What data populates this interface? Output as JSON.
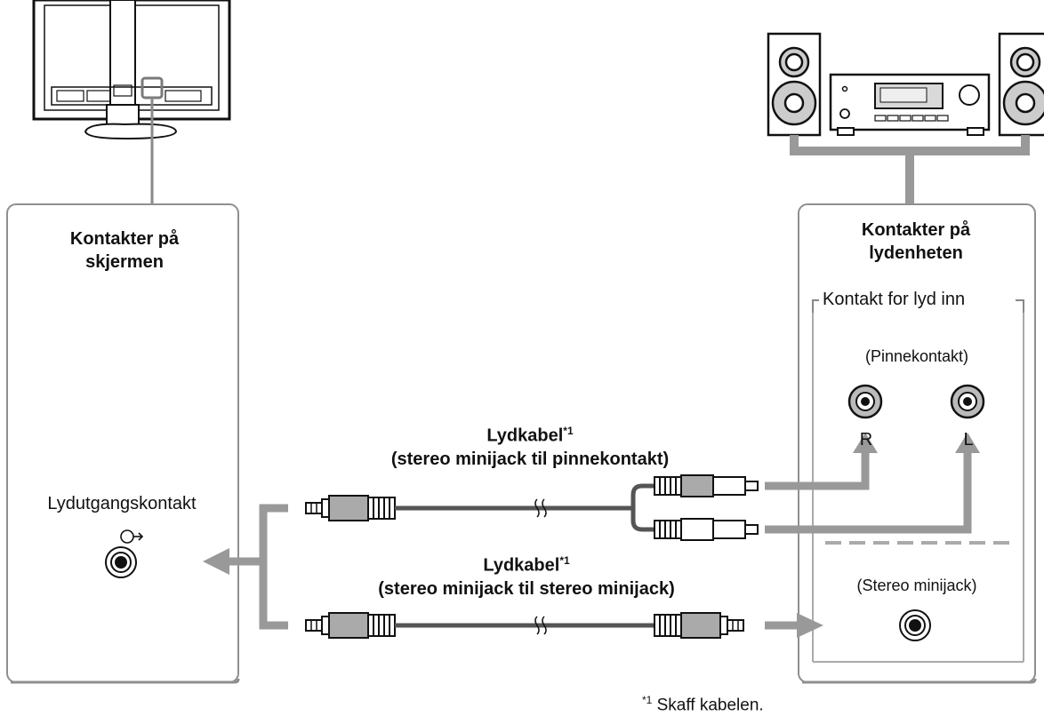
{
  "monitor_box": {
    "title_line1": "Kontakter på",
    "title_line2": "skjermen",
    "output_label": "Lydutgangskontakt"
  },
  "audio_box": {
    "title_line1": "Kontakter på",
    "title_line2": "lydenheten",
    "group_label": "Kontakt for lyd inn",
    "pin_label": "(Pinnekontakt)",
    "right_label": "R",
    "left_label": "L",
    "stereo_label": "(Stereo minijack)"
  },
  "cable_rca": {
    "name": "Lydkabel",
    "mark": "*1",
    "desc": "(stereo minijack til pinnekontakt)"
  },
  "cable_mini": {
    "name": "Lydkabel",
    "mark": "*1",
    "desc": "(stereo minijack til stereo minijack)"
  },
  "footnote": {
    "mark": "*1",
    "text": "Skaff kabelen."
  },
  "icons": [
    "monitor-icon",
    "audio-receiver-icon",
    "speaker-icon",
    "audio-output-icon",
    "rca-jack-icon",
    "minijack-icon"
  ]
}
